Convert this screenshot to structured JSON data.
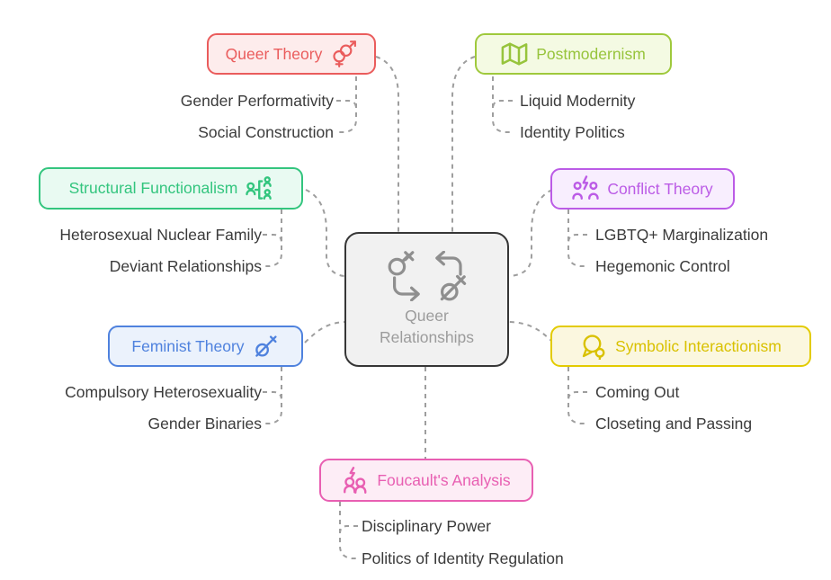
{
  "colors": {
    "background": "#ffffff",
    "connector": "#9e9e9e",
    "center_border": "#363636",
    "center_fill": "#f1f1f1",
    "center_text": "#9c9c9c",
    "leaf_text": "#3b3b3b",
    "queer_theory": "#ea5c5c",
    "postmodernism": "#97c43c",
    "structural_functionalism": "#33c57e",
    "conflict_theory": "#bb5be6",
    "feminist_theory": "#4f82de",
    "symbolic_interactionism": "#d9c100",
    "foucaults_analysis": "#e85fb2"
  },
  "diagram": {
    "center": {
      "label": "Queer Relationships",
      "icon": "gender-cycle-icon"
    },
    "branches": [
      {
        "label": "Queer Theory",
        "icon": "interlocked-gender-icon",
        "children": [
          "Gender Performativity",
          "Social Construction"
        ]
      },
      {
        "label": "Postmodernism",
        "icon": "folded-map-icon",
        "children": [
          "Liquid Modernity",
          "Identity Politics"
        ]
      },
      {
        "label": "Structural Functionalism",
        "icon": "family-structure-icon",
        "children": [
          "Heterosexual Nuclear Family",
          "Deviant Relationships"
        ]
      },
      {
        "label": "Conflict Theory",
        "icon": "people-conflict-icon",
        "children": [
          "LGBTQ+ Marginalization",
          "Hegemonic Control"
        ]
      },
      {
        "label": "Feminist Theory",
        "icon": "crossed-gender-icon",
        "children": [
          "Compulsory Heterosexuality",
          "Gender Binaries"
        ]
      },
      {
        "label": "Symbolic Interactionism",
        "icon": "speech-bubbles-icon",
        "children": [
          "Coming Out",
          "Closeting and Passing"
        ]
      },
      {
        "label": "Foucault's Analysis",
        "icon": "power-discourse-icon",
        "children": [
          "Disciplinary Power",
          "Politics of Identity Regulation"
        ]
      }
    ]
  }
}
